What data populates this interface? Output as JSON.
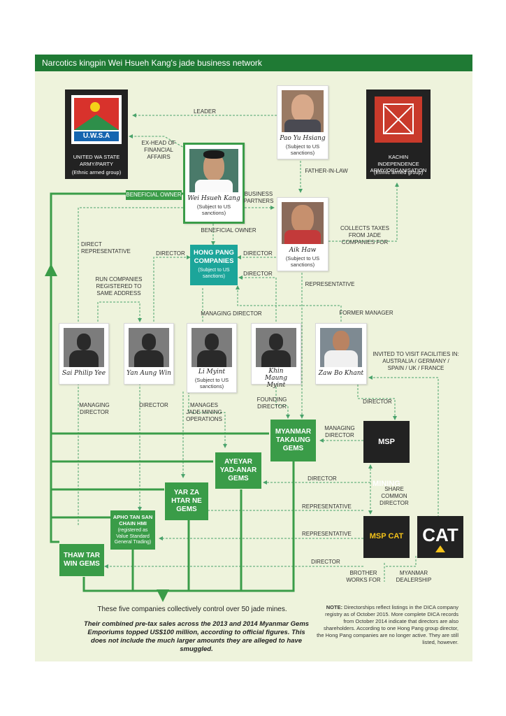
{
  "title": "Narcotics kingpin Wei Hsueh Kang's jade business network",
  "orgs": {
    "uwsa": {
      "logo_text": "U.W.S.A",
      "label": "UNITED WA STATE ARMY/PARTY",
      "sub": "(Ethnic armed group)"
    },
    "kia": {
      "label": "KACHIN INDEPENDENCE ARMY/ORGANISATION",
      "sub": "(Ethnic armed group)"
    }
  },
  "people": {
    "pao": {
      "name": "Pao Yu Hsiang",
      "sub": "(Subject to US sanctions)"
    },
    "wei": {
      "name": "Wei Hsueh Kang",
      "sub": "(Subject to US sanctions)"
    },
    "aik": {
      "name": "Aik Haw",
      "sub": "(Subject to US sanctions)"
    },
    "sai": {
      "name": "Sai Philip Yee"
    },
    "yan": {
      "name": "Yan Aung Win"
    },
    "li": {
      "name": "Li Myint",
      "sub": "(Subject to US sanctions)"
    },
    "khin": {
      "name": "Khin Maung Myint"
    },
    "zaw": {
      "name": "Zaw Bo Khant"
    }
  },
  "hongpang": {
    "name": "HONG PANG COMPANIES",
    "sub": "(Subject to US sanctions)"
  },
  "companies": {
    "mtg": "MYANMAR TAKAUNG GEMS",
    "ayg": "AYEYAR YAD-ANAR GEMS",
    "yzh": "YAR ZA HTAR NE GEMS",
    "apho_name": "APHO TAN SAN CHAIN HMI",
    "apho_sub": "(registered as Value Standard General Trading)",
    "ttw": "THAW TAR WIN GEMS",
    "msp": "MSP MINING",
    "msp_cat_logo": "MSP CAT",
    "cat_logo": "CAT"
  },
  "labels": {
    "leader": "LEADER",
    "exhead": "EX-HEAD OF\nFINANCIAL\nAFFAIRS",
    "fatherinlaw": "FATHER-IN-LAW",
    "beneficial1": "BENEFICIAL OWNER",
    "business": "BUSINESS\nPARTNERS",
    "beneficial2": "BENEFICIAL OWNER",
    "collects": "COLLECTS TAXES\nFROM JADE\nCOMPANIES FOR",
    "directrep": "DIRECT\nREPRESENTATIVE",
    "director_left": "DIRECTOR",
    "director_right": "DIRECTOR",
    "director_lower": "DIRECTOR",
    "runcompanies": "RUN COMPANIES\nREGISTERED TO\nSAME ADDRESS",
    "representative": "REPRESENTATIVE",
    "managingdirector_mid": "MANAGING DIRECTOR",
    "formermanager": "FORMER MANAGER",
    "invited": "INVITED TO VISIT FACILITIES IN:\nAUSTRALIA / GERMANY /\nSPAIN / UK / FRANCE",
    "md_sai": "MANAGING\nDIRECTOR",
    "dir_yan": "DIRECTOR",
    "manages": "MANAGES\nJADE MINING\nOPERATIONS",
    "founding": "FOUNDING\nDIRECTOR",
    "dir_zaw": "DIRECTOR",
    "md_mtg": "MANAGING\nDIRECTOR",
    "dir_ayg": "DIRECTOR",
    "sharecommon": "SHARE COMMON\nDIRECTOR",
    "rep_yzh": "REPRESENTATIVE",
    "rep_apho": "REPRESENTATIVE",
    "dir_ttw": "DIRECTOR",
    "brother": "BROTHER\nWORKS FOR",
    "dealership": "MYANMAR\nDEALERSHIP"
  },
  "bottom": {
    "summary": "These five companies collectively control over 50 jade mines.",
    "sales": "Their combined pre-tax sales across the 2013 and 2014 Myanmar Gems Emporiums topped US$100 million, according to official figures. This does not include the much larger amounts they are alleged to have smuggled.",
    "note_label": "NOTE:",
    "note": " Directorships reflect listings in the DICA company registry as of October 2015. More complete DICA records from October 2014 indicate that directors are also shareholders. According to one Hong Pang group director, the Hong Pang companies are no longer active. They are still listed, however."
  },
  "colors": {
    "green_dark": "#1f7a34",
    "green": "#3a9c48",
    "teal": "#1ca59a",
    "bg": "#eef3dc",
    "line": "#4aa36b"
  }
}
